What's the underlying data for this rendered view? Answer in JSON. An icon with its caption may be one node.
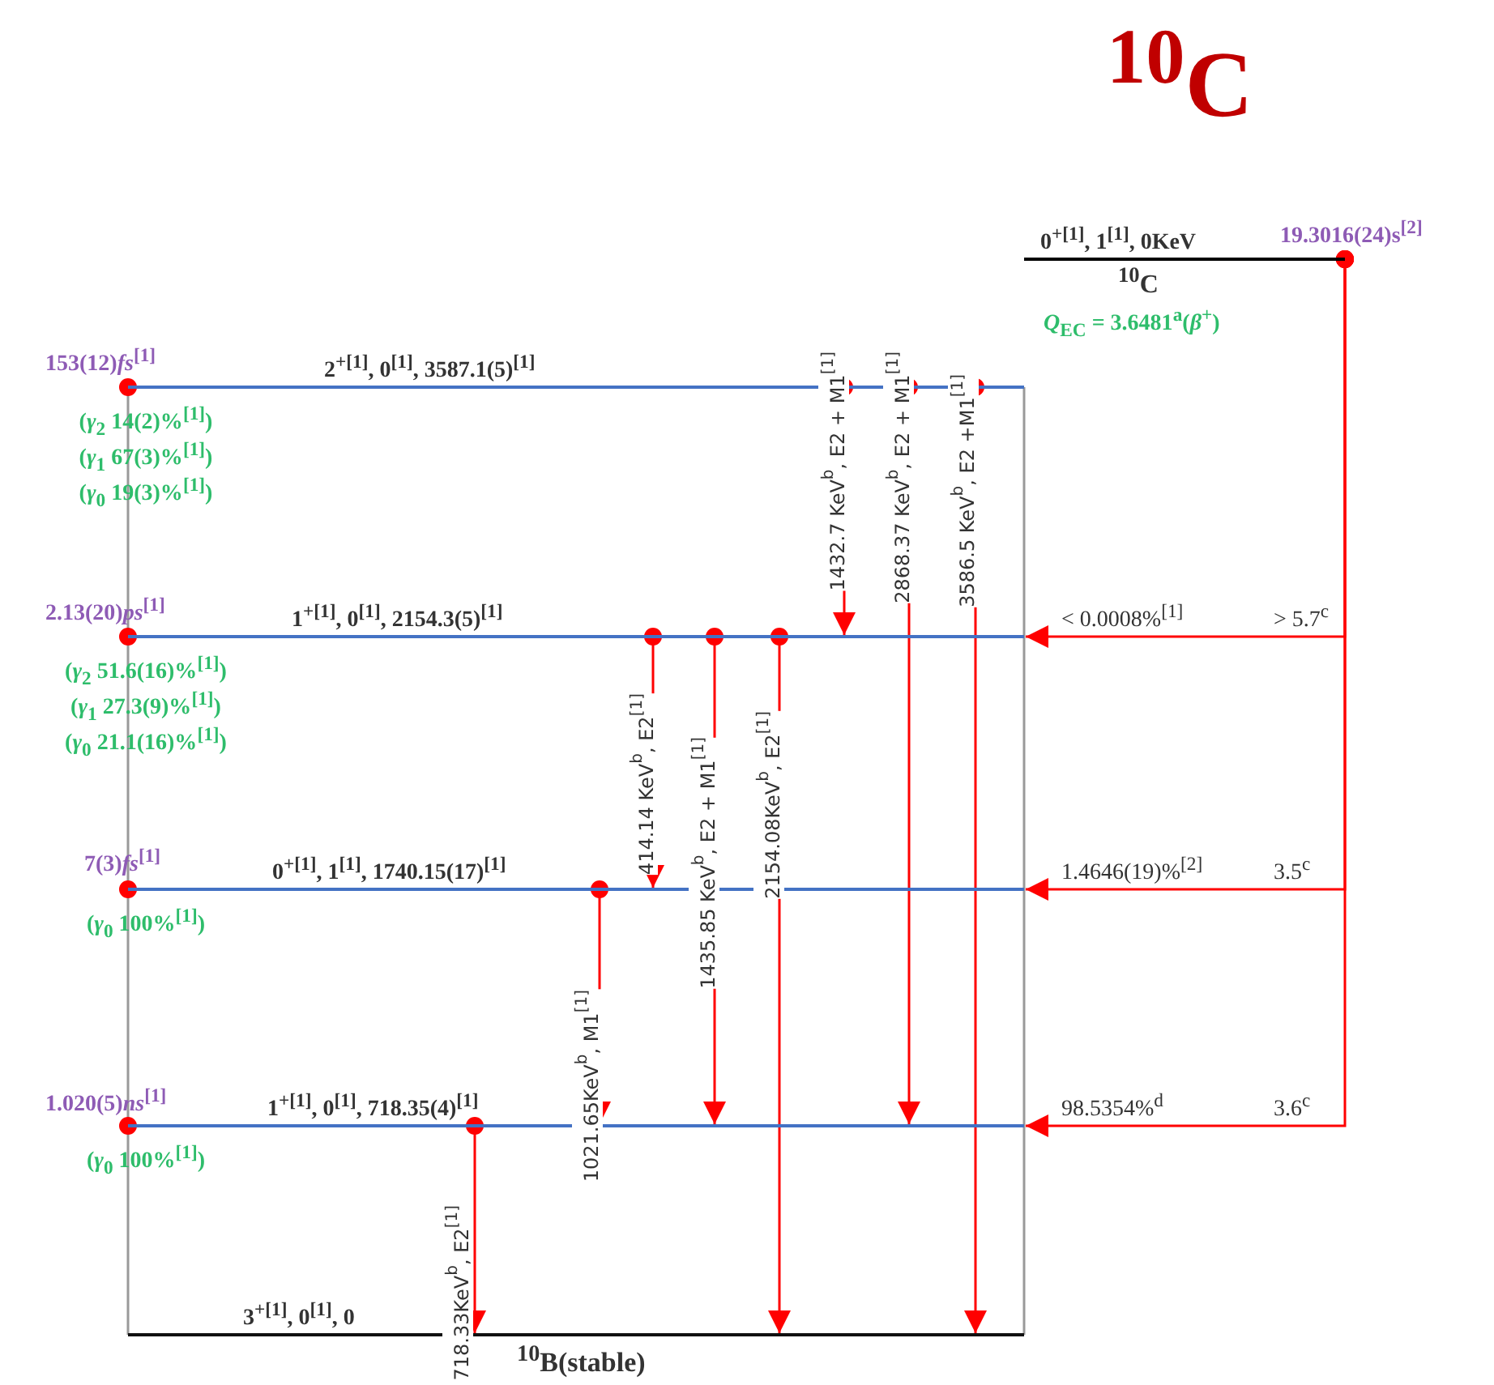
{
  "diagram": {
    "title": "$^{10}$C",
    "nodes": [
      {
        "text": [
          "0$^{+[1]}$, 1$^{[1]}$, 0KeV",
          "$^{10}$C",
          "*Q*$_{EC}$ = 3.6481$^{a}$(*β*$^{+}$)"
        ],
        "beside": [
          "19.3016(24)s$^{[2]}$"
        ]
      },
      {
        "text": [
          "2$^{+[1]}$, 0$^{[1]}$, 3587.1(5)$^{[1]}$"
        ],
        "beside": [
          "153(12)*fs*$^{[1]}$",
          "(*γ*$_{2}$ 14(2)%$^{[1]}$)",
          "(*γ*$_{1}$ 67(3)%$^{[1]}$)",
          "(*γ*$_{0}$ 19(3)%$^{[1]}$)"
        ]
      },
      {
        "text": [
          "1$^{+[1]}$, 0$^{[1]}$, 2154.3(5)$^{[1]}$"
        ],
        "beside": [
          "2.13(20)*ps*$^{[1]}$",
          "(*γ*$_{2}$ 51.6(16)%$^{[1]}$)",
          "(*γ*$_{1}$ 27.3(9)%$^{[1]}$)",
          "(*γ*$_{0}$ 21.1(16)%$^{[1]}$)"
        ]
      },
      {
        "text": [
          "0$^{+[1]}$, 1$^{[1]}$, 1740.15(17)$^{[1]}$"
        ],
        "beside": [
          "7(3)*fs*$^{[1]}$",
          "(*γ*$_{0}$ 100%$^{[1]}$)"
        ]
      },
      {
        "text": [
          "1$^{+[1]}$, 0$^{[1]}$, 718.35(4)$^{[1]}$"
        ],
        "beside": [
          "1.020(5)*ns*$^{[1]}$",
          "(*γ*$_{0}$ 100%$^{[1]}$)"
        ]
      },
      {
        "text": [
          "3$^{+[1]}$, 0$^{[1]}$, 0",
          "$^{10}$B(stable)"
        ]
      }
    ],
    "edges": [
      {
        "from": 1,
        "to": 2,
        "arrow": "to",
        "label": "1432.7 KeV$^{b}$, E2 + M1$^{[1]}$"
      },
      {
        "from": 1,
        "to": 4,
        "arrow": "to",
        "label": "2868.37 KeV$^{b}$, E2 + M1$^{[1]}$"
      },
      {
        "from": 1,
        "to": 5,
        "arrow": "to",
        "label": "3586.5 KeV$^{b}$, E2 +M1$^{[1]}$"
      },
      {
        "from": 2,
        "to": 3,
        "arrow": "to",
        "label": "414.14 KeV$^{b}$, E2$^{[1]}$"
      },
      {
        "from": 2,
        "to": 4,
        "arrow": "to",
        "label": "1435.85 KeV$^{b}$, E2 + M1$^{[1]}$"
      },
      {
        "from": 2,
        "to": 5,
        "arrow": "to",
        "label": "2154.08KeV$^{b}$, E2$^{[1]}$"
      },
      {
        "from": 3,
        "to": 4,
        "arrow": "to",
        "label": "1021.65KeV$^{b}$, M1$^{[1]}$"
      },
      {
        "from": 4,
        "to": 5,
        "arrow": "to",
        "label": "718.33KeV$^{b}$, E2$^{[1]}$"
      },
      {
        "from": 0,
        "to": 2,
        "arrow": "to",
        "label": "< 0.0008%$^{[1]}$"
      },
      {
        "from": 0,
        "to": 3,
        "arrow": "to",
        "label": "1.4646(19)%$^{[2]}$"
      },
      {
        "from": 0,
        "to": 4,
        "arrow": "to",
        "label": "98.5354%$^{d}$"
      }
    ],
    "labels": [
      "> 5.7$^{c}$",
      "3.5$^{c}$",
      "3.6$^{c}$"
    ]
  }
}
